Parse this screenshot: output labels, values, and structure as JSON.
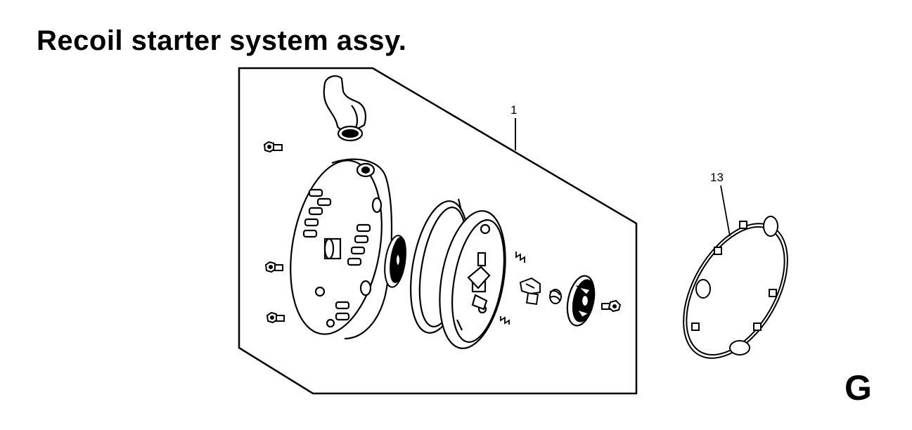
{
  "title": "Recoil starter system assy.",
  "section_letter": "G",
  "callouts": {
    "assembly_ref": "1",
    "gasket_ref": "13"
  }
}
